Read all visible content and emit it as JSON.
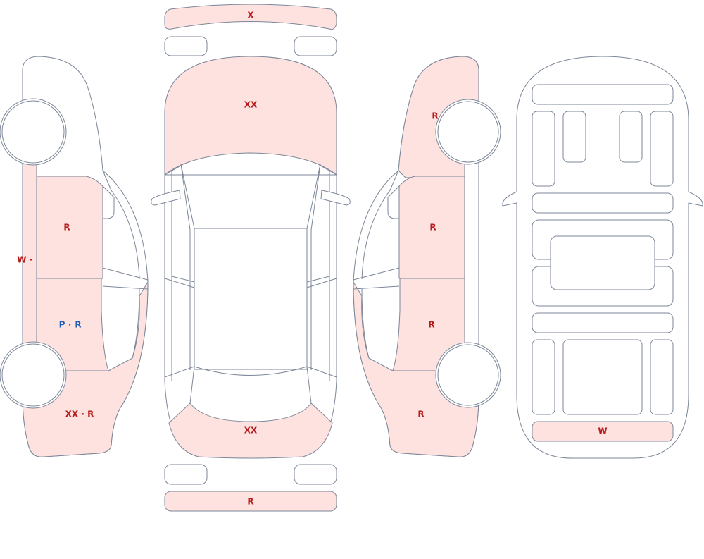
{
  "colors": {
    "damaged_fill": "#fde2e0",
    "clean_fill": "#ffffff",
    "outline": "#7b8698",
    "repair_text": "#b71c1c",
    "paint_text": "#1e5fb8"
  },
  "labels": {
    "front_bumper": "X",
    "hood": "XX",
    "trunk": "XX",
    "rear_bumper": "R",
    "left_fender_front": "W · R",
    "left_front_door": "R",
    "left_rear_door_p": "P",
    "left_rear_door_sep": "·",
    "left_rear_door_r": "R",
    "left_quarter": "XX · R",
    "right_fender_front": "R",
    "right_front_door": "R",
    "right_rear_door": "R",
    "right_quarter": "R",
    "floor_rear_panel": "W"
  },
  "damage": {
    "front_bumper": true,
    "hood": true,
    "trunk": true,
    "rear_bumper": true,
    "left_fender_front": true,
    "left_front_door": true,
    "left_rear_door": true,
    "left_quarter": true,
    "right_fender_front": true,
    "right_front_door": true,
    "right_rear_door": true,
    "right_quarter": true,
    "floor_rear_panel": true
  },
  "icons": {
    "wheel": "wheel-icon"
  }
}
